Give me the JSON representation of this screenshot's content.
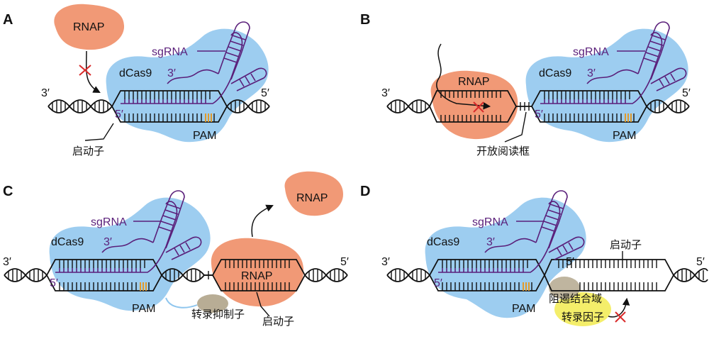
{
  "labels": {
    "A": "A",
    "B": "B",
    "C": "C",
    "D": "D",
    "rnap": "RNAP",
    "dcas9": "dCas9",
    "sgrna": "sgRNA",
    "end3": "3′",
    "end5": "5′",
    "pam": "PAM",
    "promoter": "启动子",
    "orf": "开放阅读框",
    "repressor": "转录抑制子",
    "blocking_domain": "阻遏结合域",
    "tf": "转录因子"
  },
  "colors": {
    "dcas9": "#8fc6ee",
    "rnap": "#f0906a",
    "sgrna": "#5a1f7a",
    "pam": "#e19a2a",
    "repressor": "#b8ad95",
    "tf": "#f3ec5a",
    "block": "#d92b2b"
  }
}
